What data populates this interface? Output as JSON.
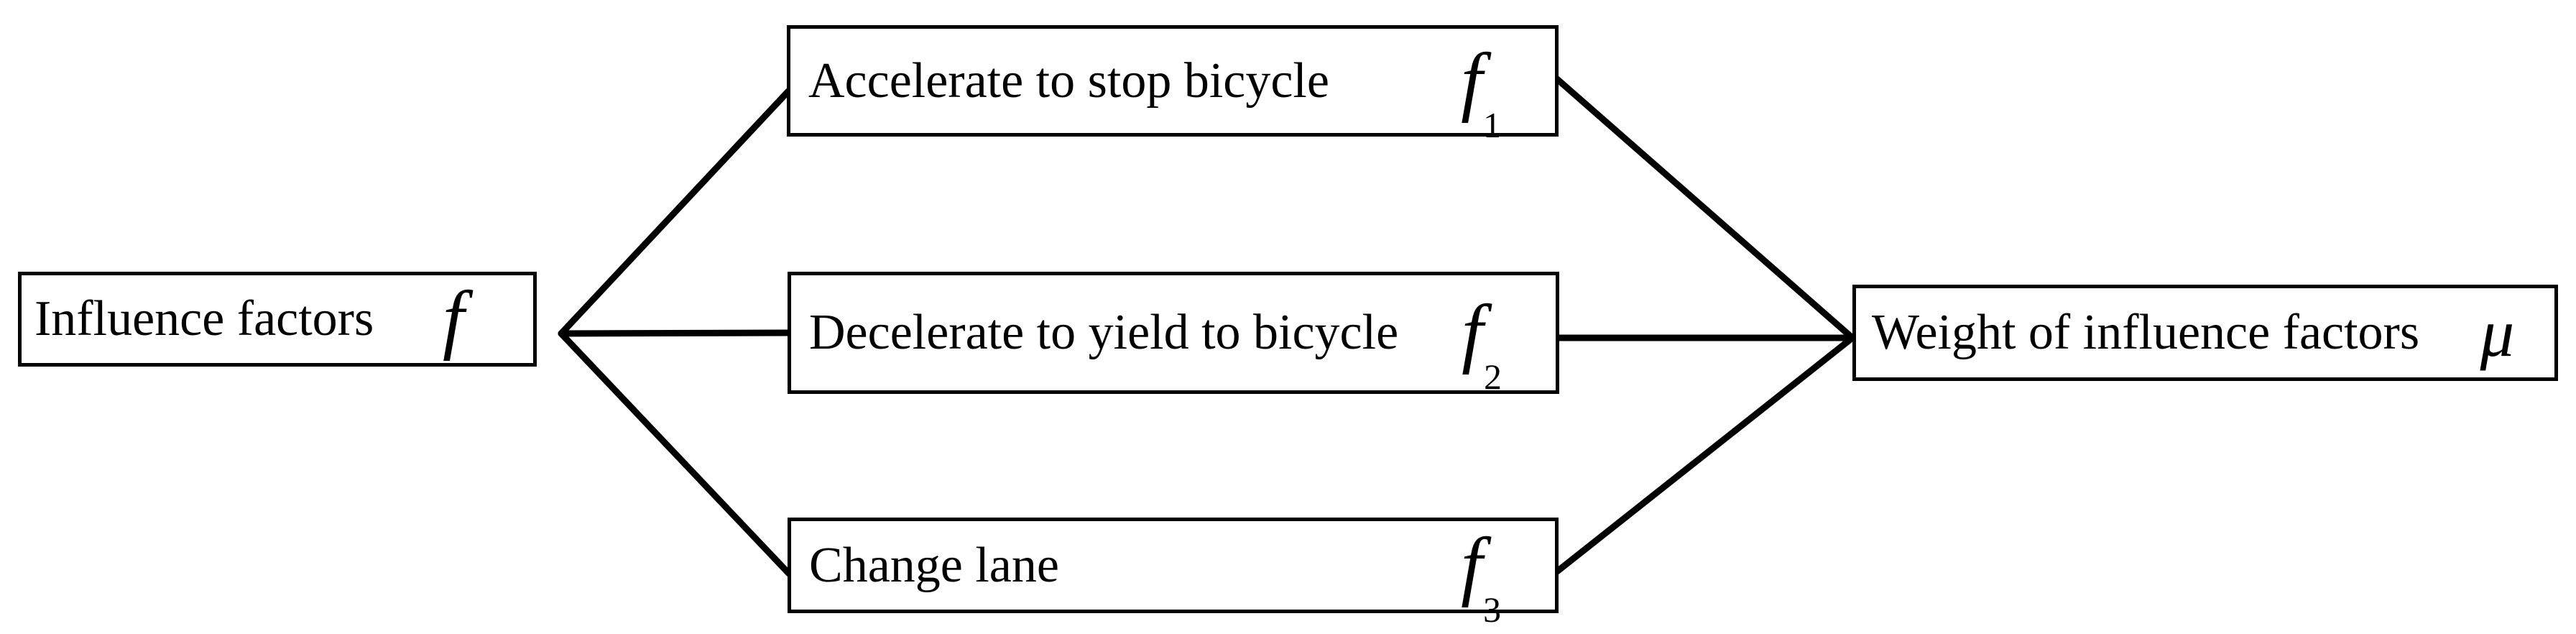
{
  "diagram": {
    "background_color": "#ffffff",
    "line_color": "#000000",
    "nodes": {
      "influence_factors": {
        "label": "Influence factors",
        "symbol": "f",
        "subscript": ""
      },
      "accelerate": {
        "label": "Accelerate to stop bicycle",
        "symbol": "f",
        "subscript": "1"
      },
      "decelerate": {
        "label": "Decelerate to yield to bicycle",
        "symbol": "f",
        "subscript": "2"
      },
      "change_lane": {
        "label": "Change lane",
        "symbol": "f",
        "subscript": "3"
      },
      "weight": {
        "label": "Weight of influence factors",
        "symbol": "μ",
        "subscript": ""
      }
    },
    "edges": [
      {
        "from": "influence_factors",
        "to": "accelerate"
      },
      {
        "from": "influence_factors",
        "to": "decelerate"
      },
      {
        "from": "influence_factors",
        "to": "change_lane"
      },
      {
        "from": "accelerate",
        "to": "weight"
      },
      {
        "from": "decelerate",
        "to": "weight"
      },
      {
        "from": "change_lane",
        "to": "weight"
      }
    ]
  }
}
